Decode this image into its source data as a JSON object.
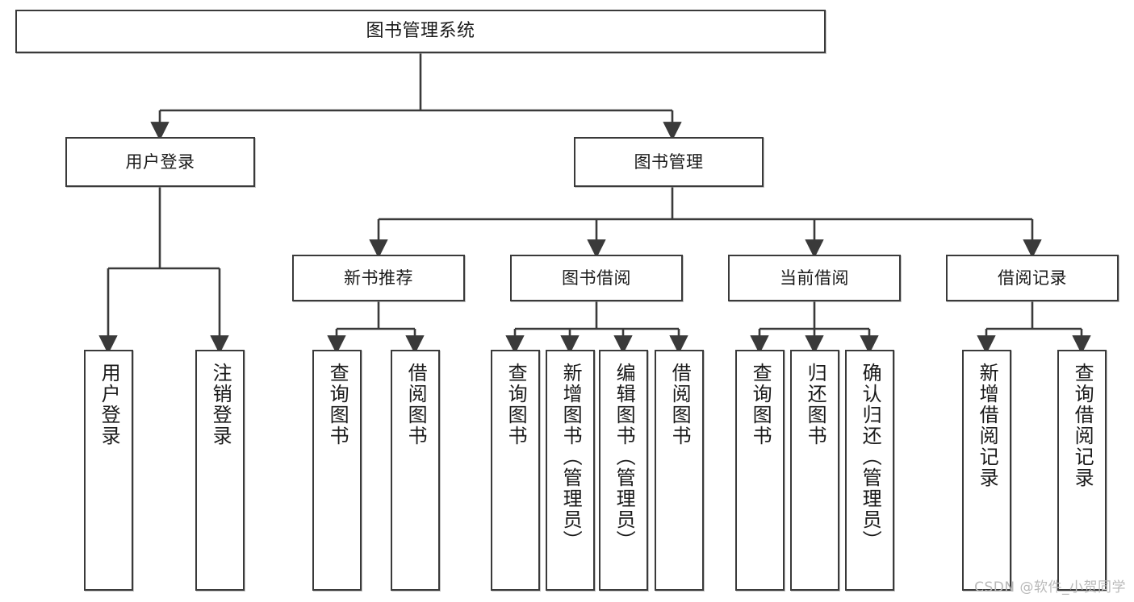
{
  "diagram": {
    "title": "图书管理系统",
    "type": "tree-hierarchy",
    "orientation": "top-down",
    "colors": {
      "node_border": "#3a3a3a",
      "node_fill": "#ffffff",
      "edge": "#3a3a3a",
      "text": "#1a1a1a",
      "watermark": "#b9b9b9"
    }
  },
  "root": {
    "label": "图书管理系统"
  },
  "level2": [
    {
      "label": "用户登录"
    },
    {
      "label": "图书管理"
    }
  ],
  "level3": [
    {
      "label": "新书推荐"
    },
    {
      "label": "图书借阅"
    },
    {
      "label": "当前借阅"
    },
    {
      "label": "借阅记录"
    }
  ],
  "leaves": {
    "user_login": [
      {
        "label": "用户登录"
      },
      {
        "label": "注销登录"
      }
    ],
    "new_book_recommend": [
      {
        "label": "查询图书"
      },
      {
        "label": "借阅图书"
      }
    ],
    "book_borrow": [
      {
        "label": "查询图书"
      },
      {
        "label": "新增图书（管理员）"
      },
      {
        "label": "编辑图书（管理员）"
      },
      {
        "label": "借阅图书"
      }
    ],
    "current_borrow": [
      {
        "label": "查询图书"
      },
      {
        "label": "归还图书"
      },
      {
        "label": "确认归还（管理员）"
      }
    ],
    "borrow_record": [
      {
        "label": "新增借阅记录"
      },
      {
        "label": "查询借阅记录"
      }
    ]
  },
  "watermark": {
    "text": "CSDN @软件_小贺同学"
  }
}
